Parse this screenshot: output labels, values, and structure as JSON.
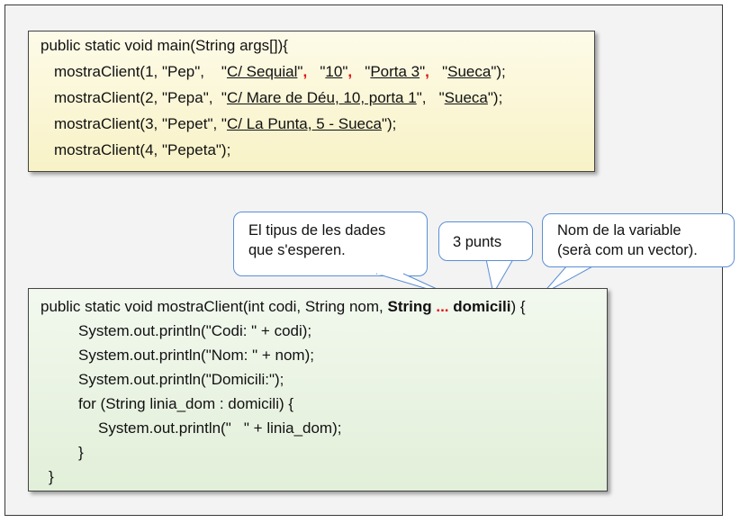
{
  "main_method": {
    "signature": "public static void main(String args[]){",
    "calls": [
      {
        "prefix": "mostraClient(1, \"Pep\",    \"",
        "a1": "C/ Sequial",
        "s1": "\",",
        "sep1": ",",
        "s2": "   \"",
        "a2": "10",
        "s3": "\",",
        "sep2": ",",
        "s4": "   \"",
        "a3": "Porta 3",
        "s5": "\",",
        "sep3": ",",
        "s6": "   \"",
        "a4": "Sueca",
        "s7": "\");"
      },
      {
        "prefix": "mostraClient(2, \"Pepa\",  \"",
        "a1": "C/ Mare de Déu, 10, porta 1",
        "s1": "\",   \"",
        "a2": "Sueca",
        "s2": "\");"
      },
      {
        "prefix": "mostraClient(3, \"Pepet\", \"",
        "a1": "C/ La Punta, 5 - Sueca",
        "s1": "\");"
      },
      {
        "text": "mostraClient(4, \"Pepeta\");"
      }
    ]
  },
  "callouts": {
    "data_types": [
      "El tipus de les dades",
      "que s'esperen."
    ],
    "three_dots": "3 punts",
    "variable_name": [
      "Nom de la variable",
      "(serà com un vector)."
    ]
  },
  "method": {
    "signature_prefix": "public static void mostraClient(int codi, String nom, ",
    "type_kw": "String",
    "dots": "...",
    "param": "domicili",
    "signature_suffix": ") {",
    "body": [
      "System.out.println(\"Codi: \" + codi);",
      "System.out.println(\"Nom: \" + nom);",
      "System.out.println(\"Domicili:\");",
      "for (String linia_dom : domicili) {",
      "System.out.println(\"   \" + linia_dom);",
      "}",
      "}"
    ]
  },
  "colors": {
    "main_box": "#f8f2c6",
    "method_box": "#e2efd9",
    "callout_border": "#5b8fd6",
    "dots_red": "#e01010"
  }
}
